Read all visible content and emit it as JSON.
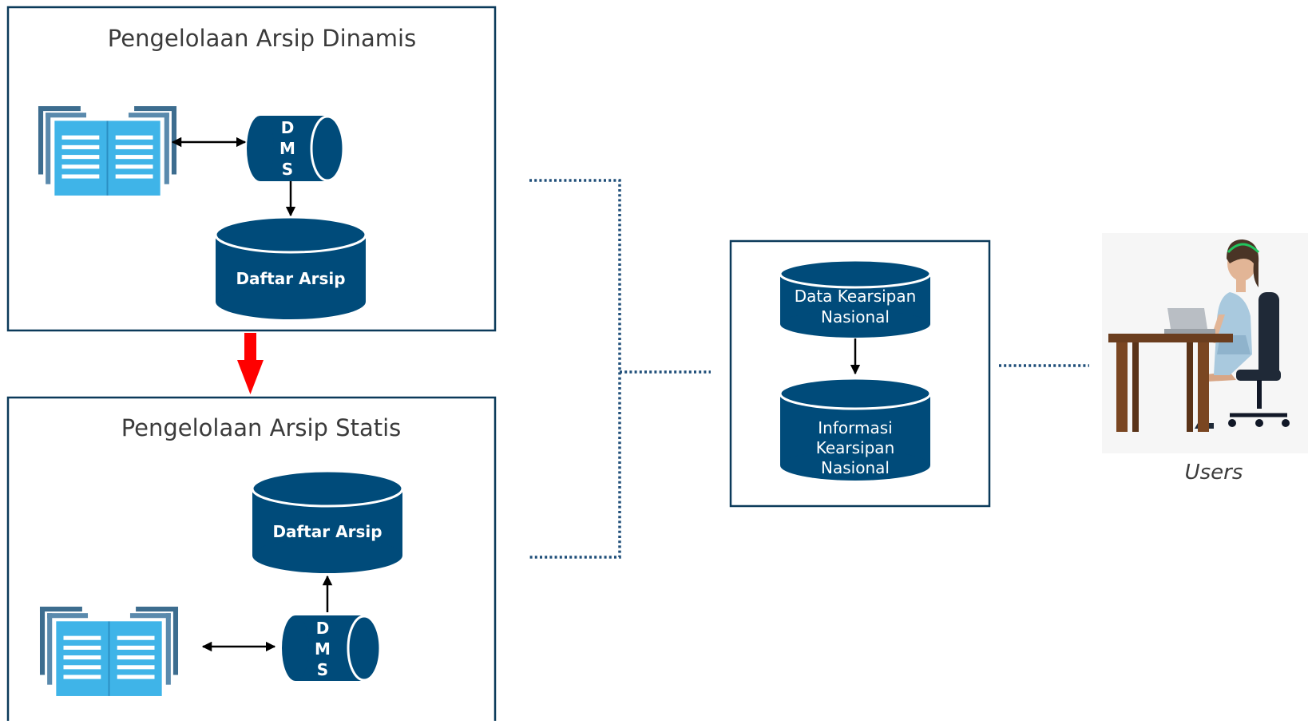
{
  "top_box": {
    "title": "Pengelolaan Arsip Dinamis",
    "dms_letters": [
      "D",
      "M",
      "S"
    ],
    "db_label": "Daftar Arsip"
  },
  "bottom_box": {
    "title": "Pengelolaan Arsip Statis",
    "dms_letters": [
      "D",
      "M",
      "S"
    ],
    "db_label": "Daftar Arsip"
  },
  "national_box": {
    "db1_lines": [
      "Data Kearsipan",
      "Nasional"
    ],
    "db2_lines": [
      "Informasi",
      "Kearsipan",
      "Nasional"
    ]
  },
  "users_label": "Users",
  "colors": {
    "cylinder": "#004b7a",
    "doc_light": "#3fb4e8",
    "doc_dark": "#3d6d8f",
    "transition_arrow": "#ff0000",
    "dotted_line": "#1f4e79"
  }
}
